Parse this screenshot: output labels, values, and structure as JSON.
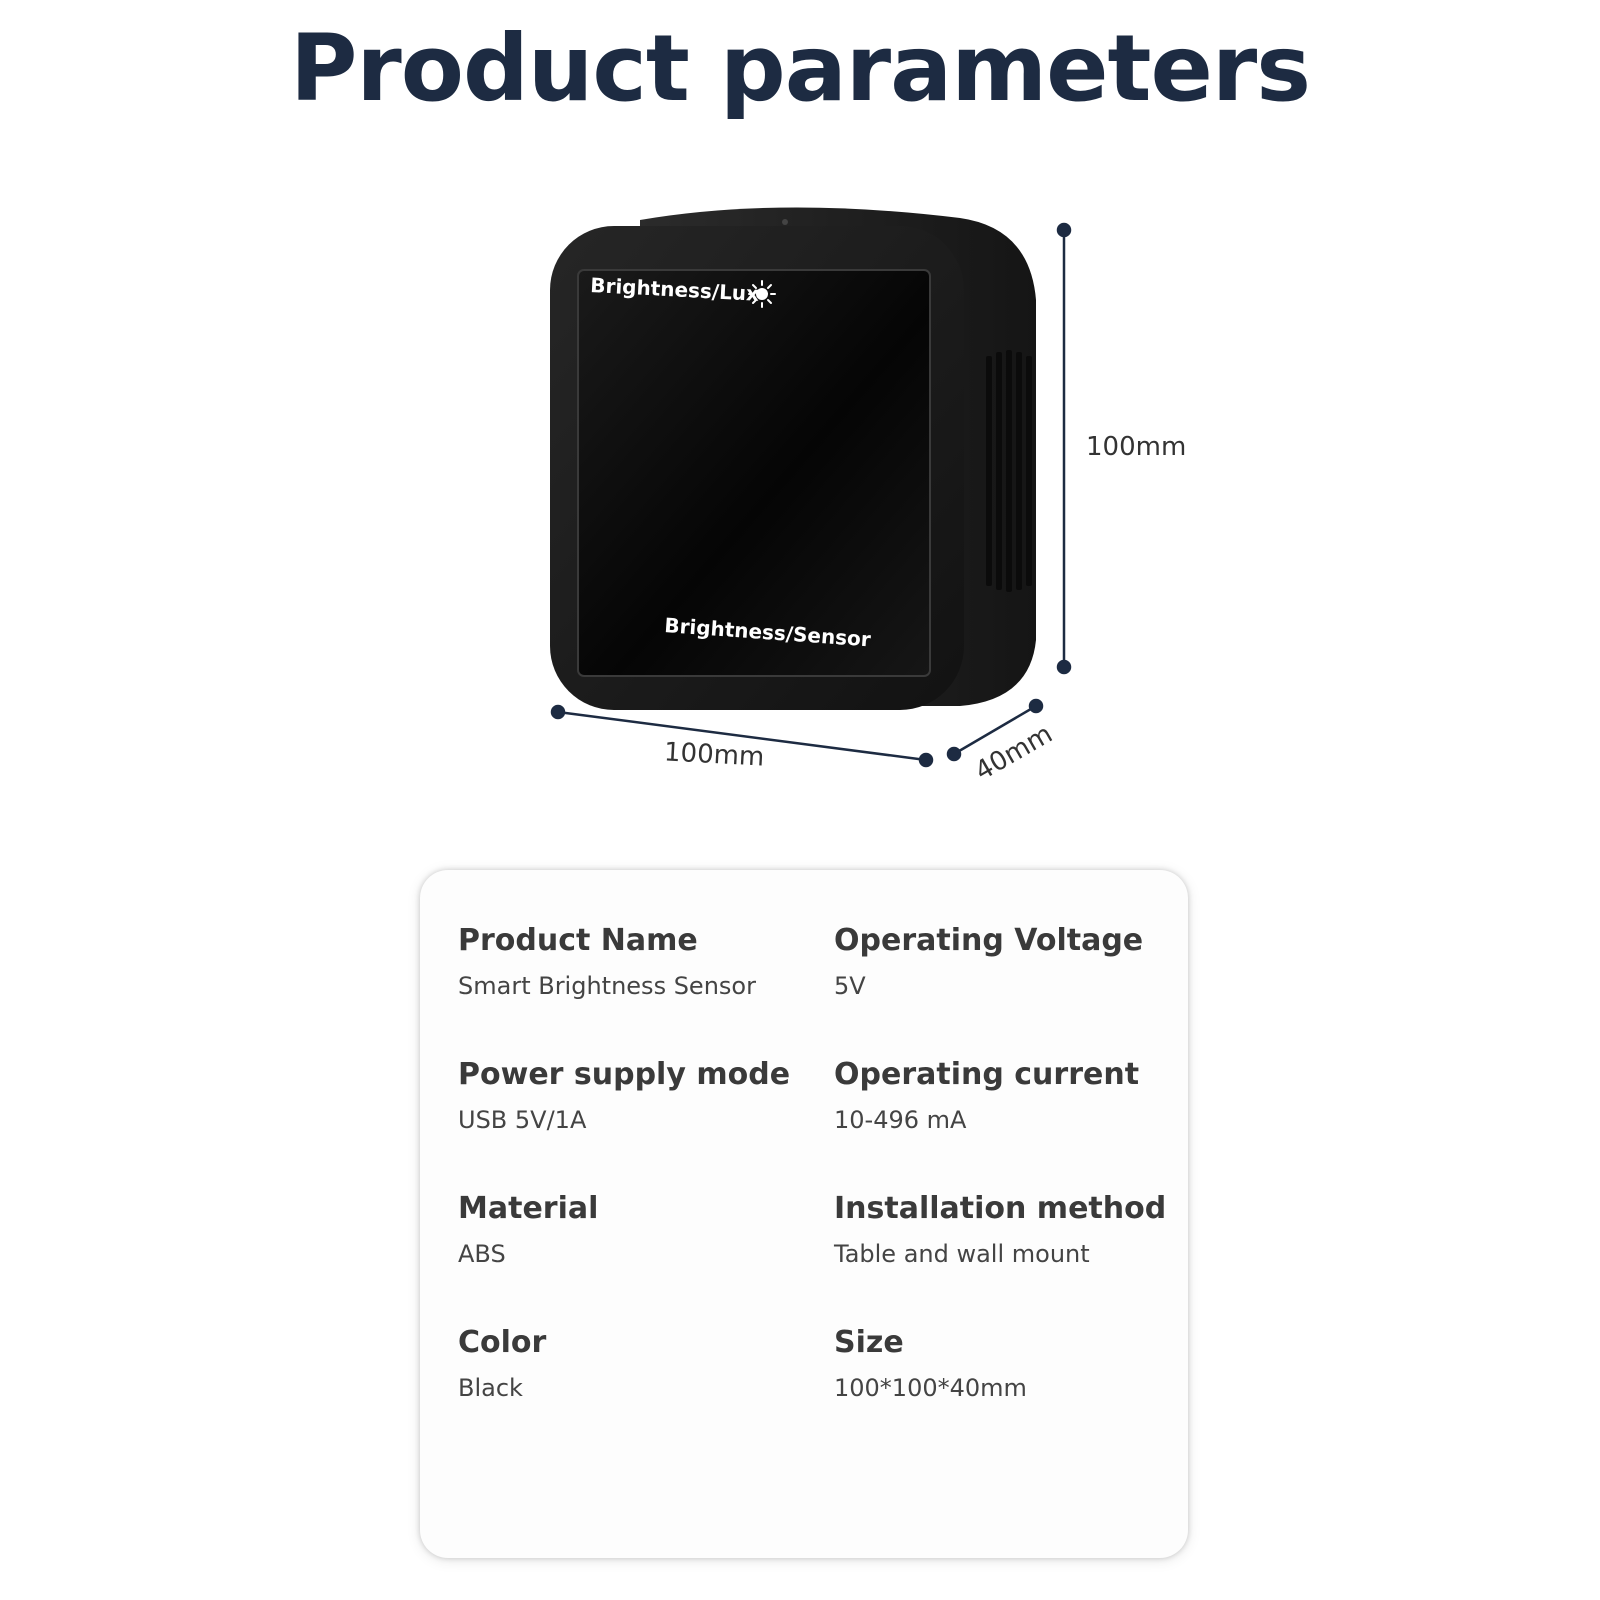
{
  "title": "Product parameters",
  "colors": {
    "title": "#1d2b42",
    "dimension_line": "#1d2b42",
    "device_body": "#1a1a1a",
    "card_background": "#fdfdfd"
  },
  "device": {
    "top_label": "Brightness/Lux",
    "bottom_label": "Brightness/Sensor",
    "icon": "sun-icon"
  },
  "dimensions": {
    "height": "100mm",
    "width": "100mm",
    "depth": "40mm"
  },
  "specs": [
    {
      "label": "Product Name",
      "value": "Smart Brightness Sensor"
    },
    {
      "label": "Operating Voltage",
      "value": "5V"
    },
    {
      "label": "Power supply mode",
      "value": "USB 5V/1A"
    },
    {
      "label": "Operating current",
      "value": "10-496 mA"
    },
    {
      "label": "Material",
      "value": "ABS"
    },
    {
      "label": "Installation method",
      "value": "Table and wall mount"
    },
    {
      "label": "Color",
      "value": "Black"
    },
    {
      "label": "Size",
      "value": "100*100*40mm"
    }
  ]
}
